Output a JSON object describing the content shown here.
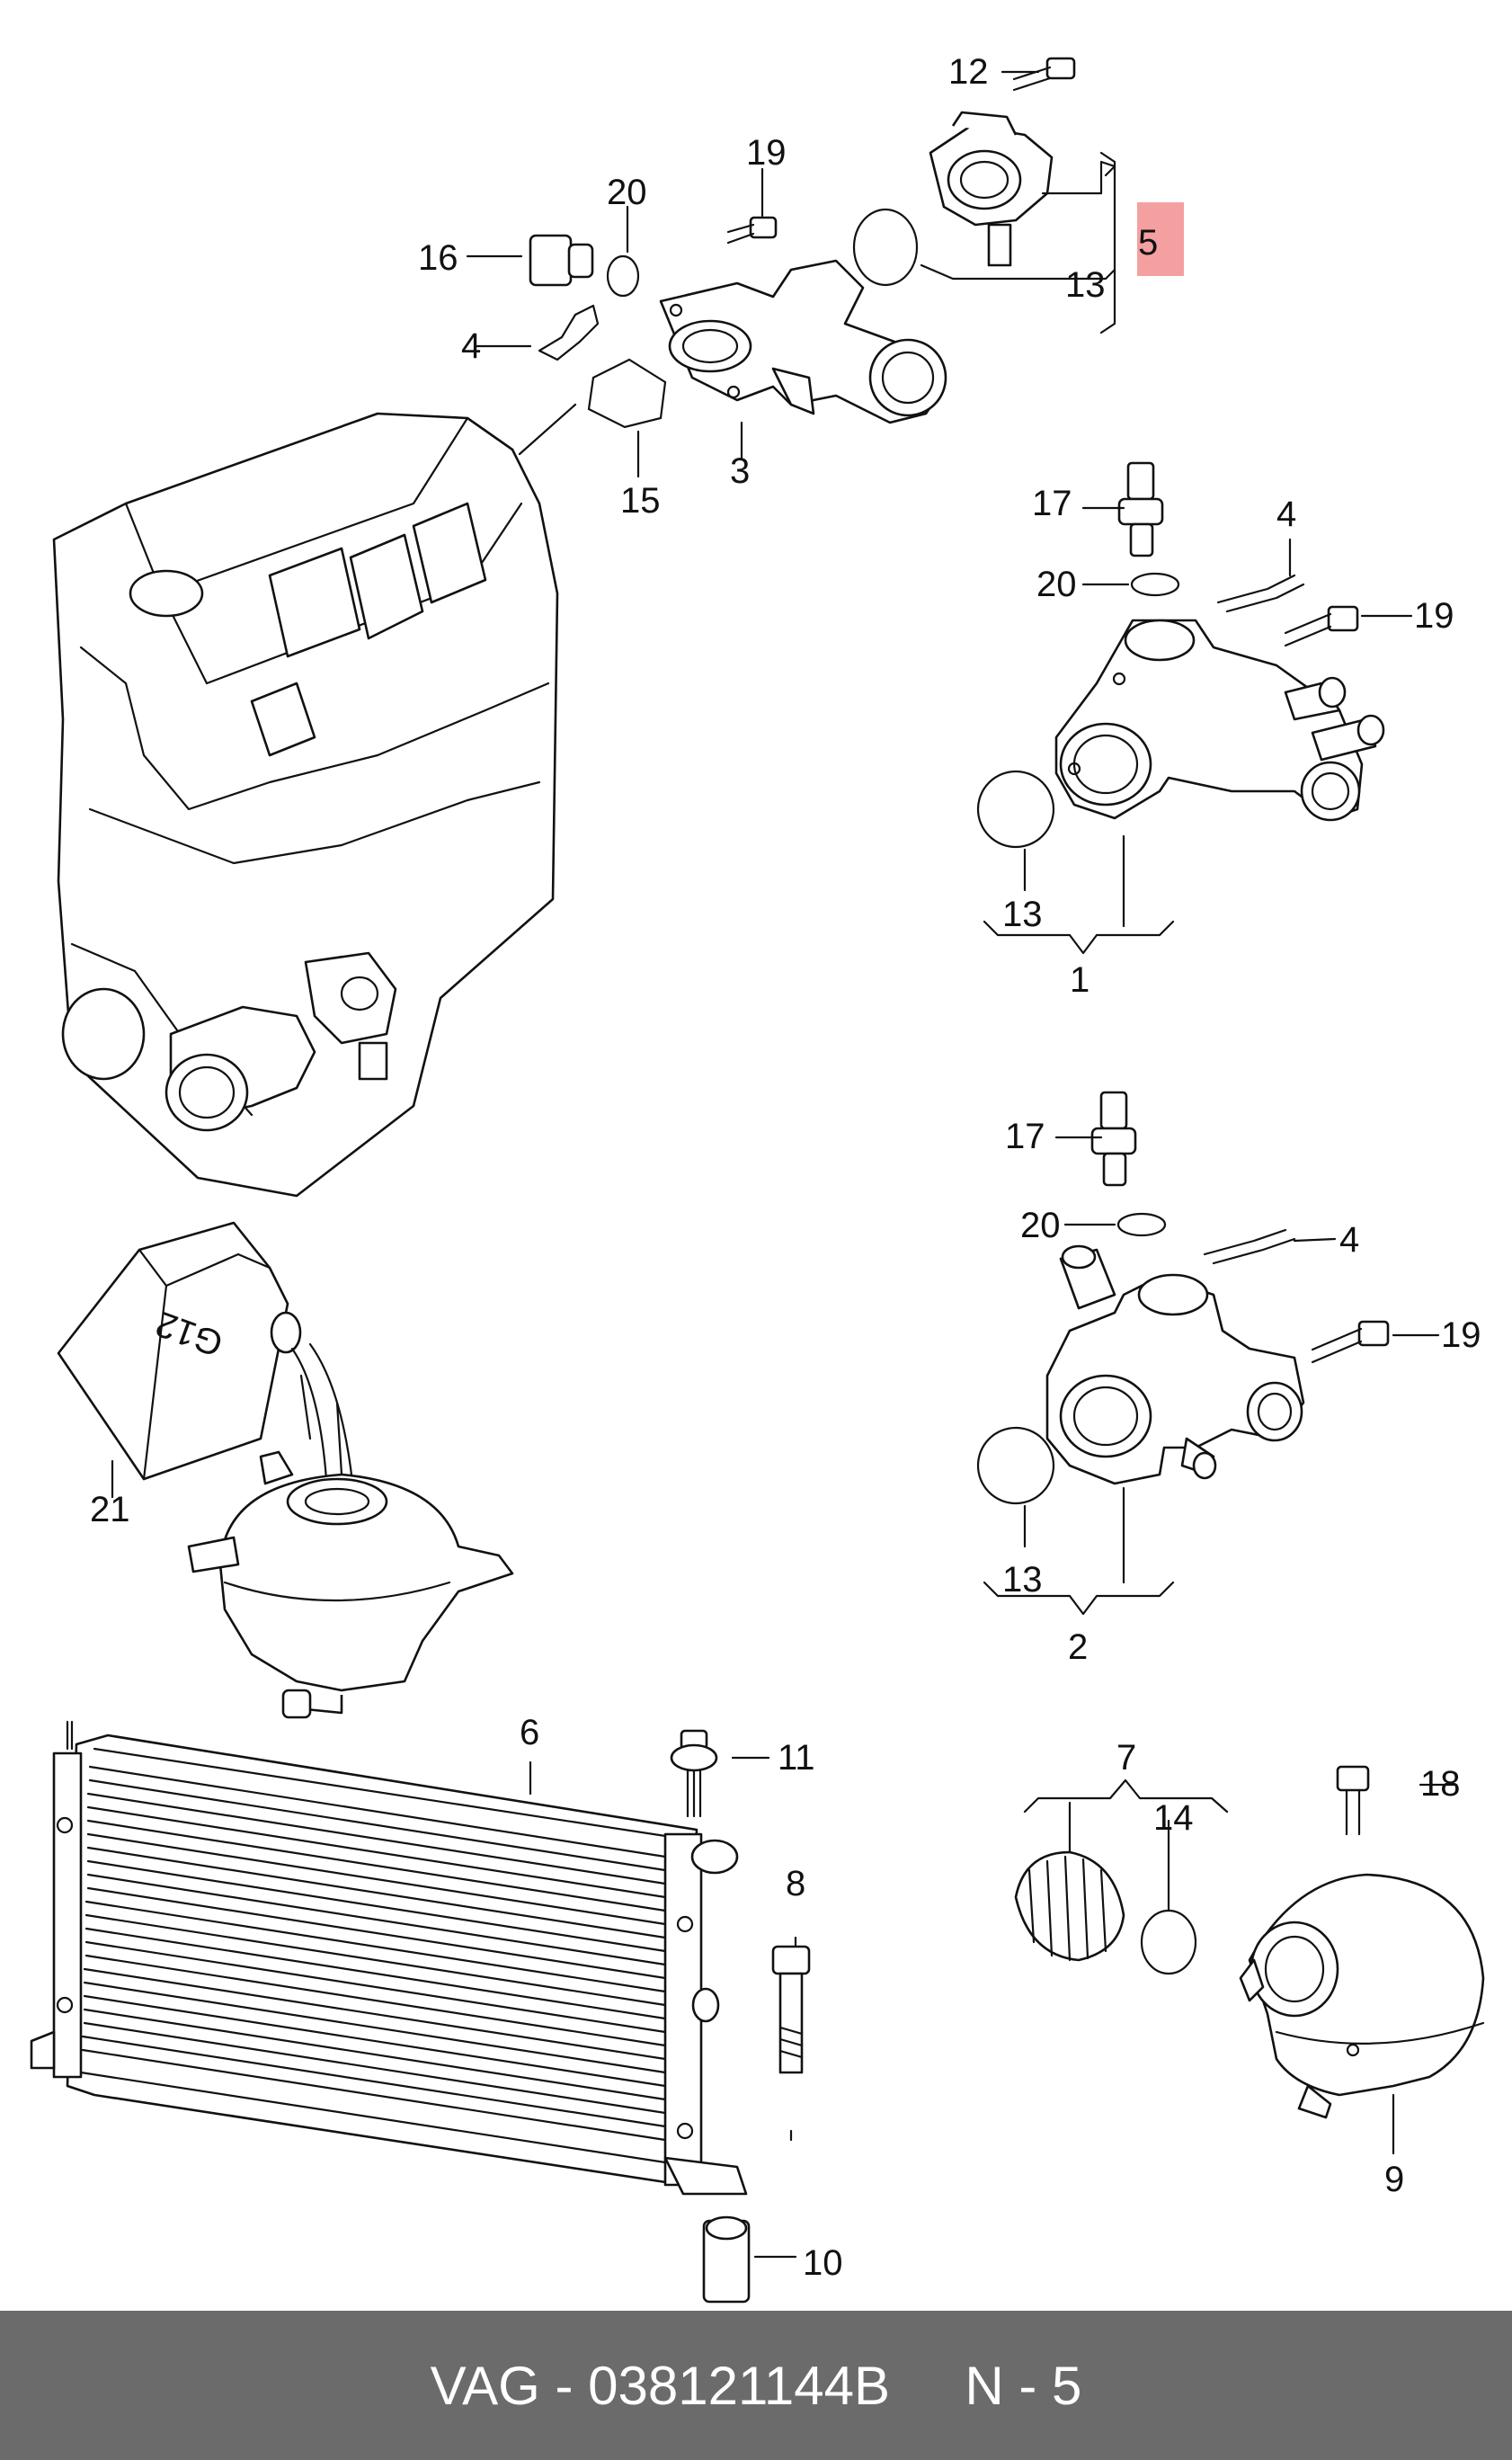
{
  "callouts": {
    "c12": "12",
    "c19a": "19",
    "c20a": "20",
    "c16": "16",
    "c5": "5",
    "c13a": "13",
    "c4a": "4",
    "c15": "15",
    "c3": "3",
    "c17a": "17",
    "c4b": "4",
    "c20b": "20",
    "c19b": "19",
    "c13b": "13",
    "c1": "1",
    "c17b": "17",
    "c20c": "20",
    "c4c": "4",
    "c19c": "19",
    "c13c": "13",
    "c2": "2",
    "c21": "21",
    "c6": "6",
    "c11": "11",
    "c8": "8",
    "c10": "10",
    "c7": "7",
    "c14": "14",
    "c18": "18",
    "c9": "9"
  },
  "canister_label": "G12",
  "highlight_color": "#f4a0a0",
  "footer": {
    "brand": "VAG",
    "separator": " - ",
    "part_number": "038121144B",
    "gap": "     ",
    "position_label": "N - 5"
  }
}
